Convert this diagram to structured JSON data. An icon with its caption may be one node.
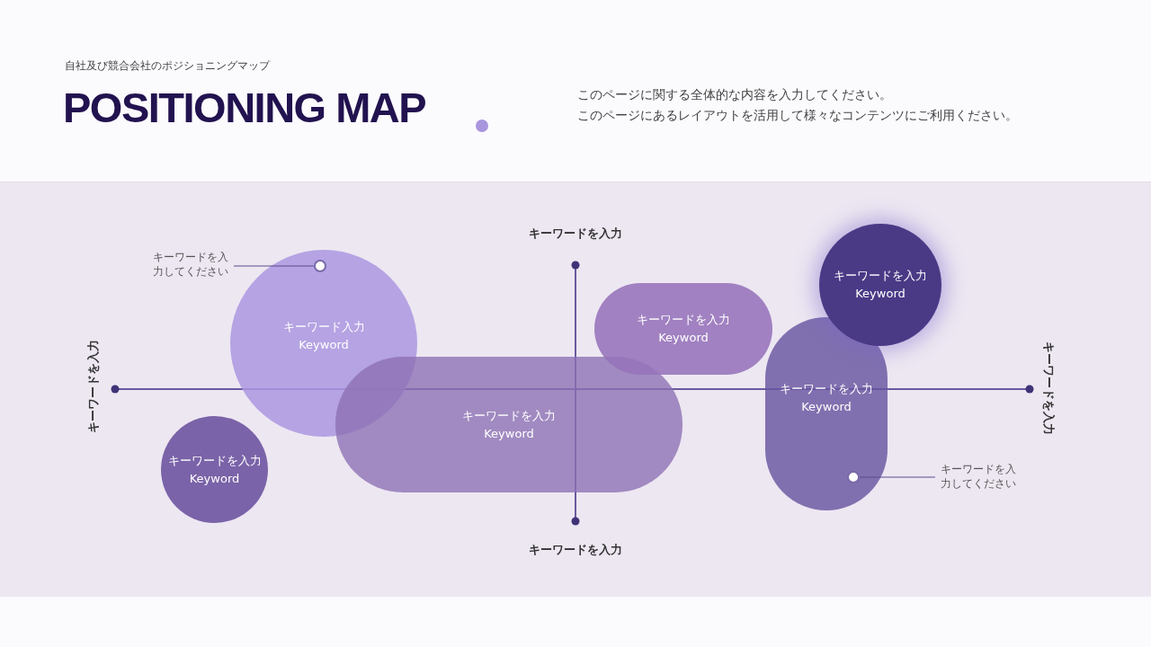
{
  "diagram": {
    "title": "POSITIONING MAP",
    "nodes": [
      {
        "text": [
          "キーワードを入力してください"
        ]
      },
      {
        "text": [
          "キーワード入力",
          "Keyword"
        ]
      },
      {
        "text": [],
        "shape": "circle",
        "in": 1
      },
      {
        "text": [
          "キーワードを入力",
          "Keyword"
        ]
      },
      {
        "text": [
          "キーワードを入力",
          "Keyword"
        ]
      },
      {
        "text": [
          "キーワードを入力",
          "Keyword"
        ]
      },
      {
        "text": [
          "キーワードを入力",
          "Keyword"
        ]
      },
      {
        "text": [],
        "shape": "circle",
        "in": 6
      },
      {
        "text": [
          "キーワードを入力してください"
        ]
      },
      {
        "text": [
          "キーワードを入力",
          "Keyword"
        ]
      }
    ],
    "edges": [
      {
        "from": 0,
        "to": 2,
        "arrow": "none"
      },
      {
        "from": 8,
        "to": 7,
        "arrow": "none"
      }
    ],
    "labels": [
      "自社及び競合会社のポジショニングマップ",
      "このページに関する全体的な内容を入力してください。",
      "このページにあるレイアウトを活用して様々なコンテンツにご利用ください。",
      "キーワードを入力",
      "キーワードを入力",
      "キーワードを入力",
      "キーワードを入力"
    ]
  }
}
